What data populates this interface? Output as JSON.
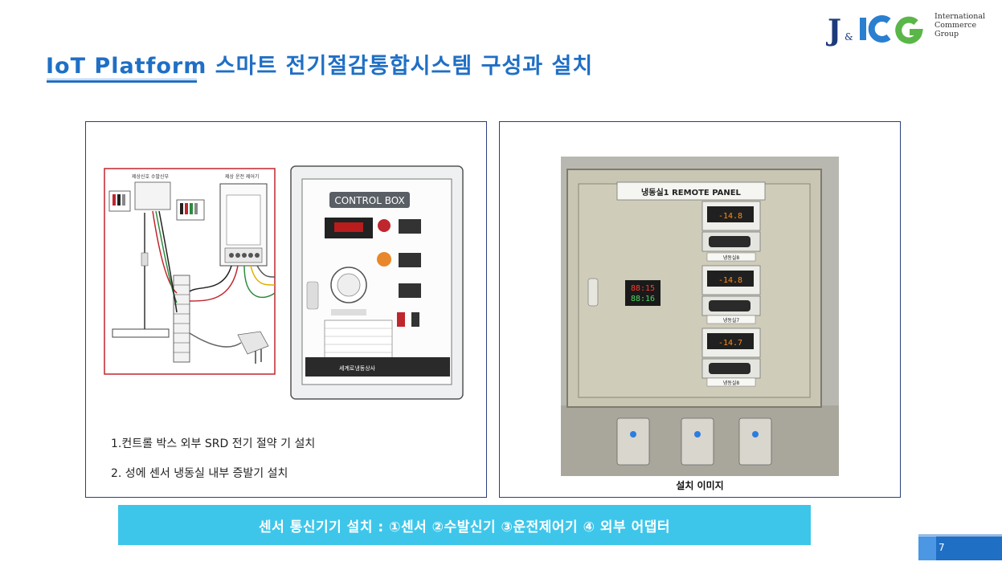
{
  "header": {
    "title": "IoT Platform 스마트 전기절감통합시스템 구성과 설치"
  },
  "logo": {
    "mark_letter": "J",
    "mark_ampersand": "&",
    "mark_brand": "ICG",
    "text_lines": [
      "International",
      "Commerce",
      "Group"
    ],
    "colors": {
      "navy": "#1d3a7c",
      "blue": "#2a7fd0",
      "green": "#5ab648"
    }
  },
  "left_panel": {
    "diagram": {
      "label_transmitter": "제상신호 수발신부",
      "label_controller": "제상 운전 제어기",
      "control_box_title": "CONTROL BOX",
      "nameplate": "세계로냉동상사"
    },
    "notes": [
      "1.컨트롤 박스 외부 SRD 전기 절약 기  설치",
      "2. 성에 센서 냉동실 내부 증발기 설치"
    ]
  },
  "right_panel": {
    "photo": {
      "panel_label": "냉동실1 REMOTE PANEL",
      "small_display_top": "88:15",
      "small_display_bottom": "88:16",
      "controllers": [
        {
          "reading": "-14.8",
          "label": "냉동실8"
        },
        {
          "reading": "-14.8",
          "label": "냉동실7"
        },
        {
          "reading": "-14.7",
          "label": "냉동실8"
        }
      ]
    },
    "caption": "설치 이미지"
  },
  "banner": {
    "text": "센서 통신기기 설치 :  ①센서  ②수발신기  ③운전제어기  ④ 외부 어댑터",
    "color": "#3ec6ea"
  },
  "footer": {
    "page_number": "7",
    "color": "#1f6fc5"
  }
}
